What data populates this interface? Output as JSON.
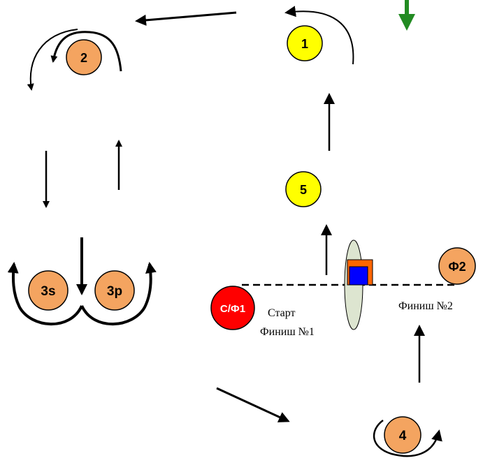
{
  "marks": {
    "b1": "1",
    "b2": "2",
    "b3s": "3s",
    "b3p": "3p",
    "b4": "4",
    "b5": "5",
    "start_finish_mark": "С/Ф1",
    "finish2_mark": "Ф2"
  },
  "captions": {
    "start": "Старт",
    "finish1": "Финиш №1",
    "finish2": "Финиш №2"
  },
  "colors": {
    "yellow_mark": "#ffff00",
    "orange_mark": "#f4a460",
    "red_mark": "#ff0000",
    "wind_arrow": "#228b22",
    "flag_orange": "#ff6600",
    "flag_blue": "#0000ff",
    "committee_boat": "#dde5d0"
  }
}
